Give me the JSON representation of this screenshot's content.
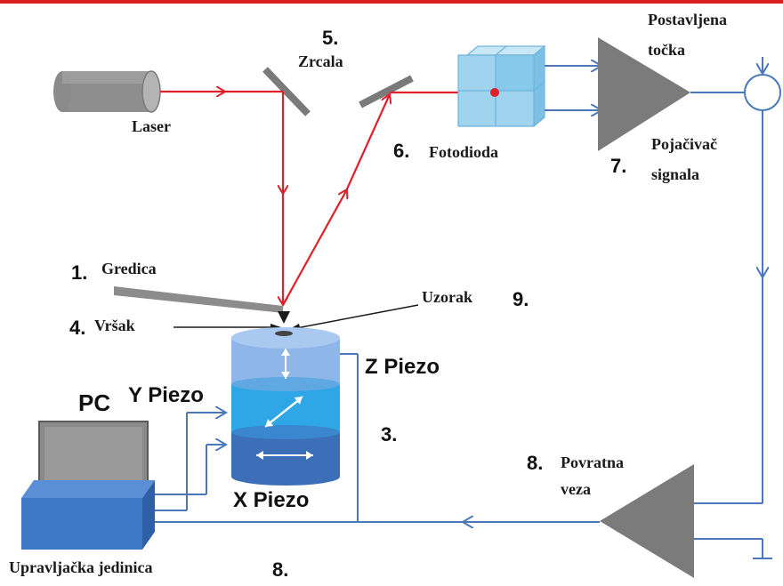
{
  "colors": {
    "laser_beam": "#e0202a",
    "signal_line": "#4a78b8",
    "amplifier": "#7b7b7b",
    "piezo_top": "#8fb6e8",
    "piezo_middle": "#2fa6e6",
    "piezo_bottom": "#3c6fb8",
    "photodiode": "#9fd3ee",
    "header_rule": "#d82020",
    "control_unit": "#3d78c4"
  },
  "labels": {
    "mirrors_number": "5.",
    "mirrors": "Zrcala",
    "laser": "Laser",
    "photodiode_number": "6.",
    "photodiode": "Fotodioda",
    "setpoint_line1": "Postavljena",
    "setpoint_line2": "točka",
    "amplifier_number": "7.",
    "amplifier_line1": "Pojačivač",
    "amplifier_line2": "signala",
    "cantilever_number": "1.",
    "cantilever": "Gredica",
    "sample": "Uzorak",
    "sample_number": "9.",
    "tip_number": "4.",
    "tip": "Vršak",
    "z_piezo": "Z Piezo",
    "y_piezo": "Y Piezo",
    "x_piezo": "X Piezo",
    "pc": "PC",
    "scanner_number": "3.",
    "feedback_number": "8.",
    "feedback_line1": "Povratna",
    "feedback_line2": "veza",
    "control_unit": "Upravljačka jedinica",
    "control_unit_number": "8."
  },
  "icons": {
    "laser": "laser-cylinder-icon",
    "mirror": "mirror-icon",
    "photodiode": "photodiode-cube-icon",
    "amplifier": "amplifier-triangle-icon",
    "comparator": "comparator-circle-icon",
    "computer": "computer-icon"
  }
}
